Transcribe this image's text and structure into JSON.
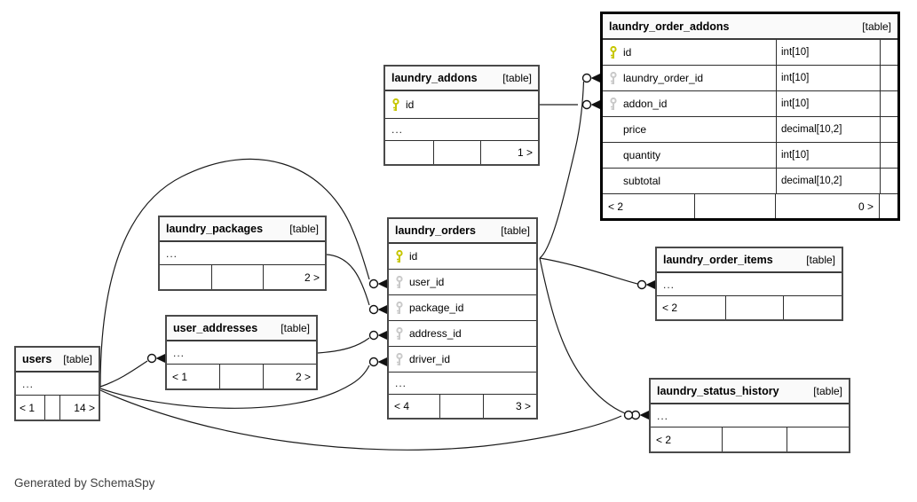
{
  "footer_note": "Generated by SchemaSpy",
  "colors": {
    "pk_key": "#c6c600",
    "fk_key": "#c9c9c9",
    "relationship_line": "#1c1c1c",
    "table_border": "#4a4a4a",
    "focal_table_border": "#000000",
    "header_bg": "#fafafa"
  },
  "tables": [
    {
      "name": "laundry_order_addons",
      "tag": "[table]",
      "columns": [
        {
          "name": "id",
          "type": "int[10]",
          "key": "pk"
        },
        {
          "name": "laundry_order_id",
          "type": "int[10]",
          "key": "fk"
        },
        {
          "name": "addon_id",
          "type": "int[10]",
          "key": "fk"
        },
        {
          "name": "price",
          "type": "decimal[10,2]",
          "key": ""
        },
        {
          "name": "quantity",
          "type": "int[10]",
          "key": ""
        },
        {
          "name": "subtotal",
          "type": "decimal[10,2]",
          "key": ""
        }
      ],
      "footer": {
        "left": "< 2",
        "mid": "",
        "right": "0 >"
      }
    },
    {
      "name": "laundry_addons",
      "tag": "[table]",
      "columns": [
        {
          "name": "id",
          "type": "",
          "key": "pk"
        }
      ],
      "ellipsis": "...",
      "footer": {
        "left": "",
        "mid": "",
        "right": "1 >"
      }
    },
    {
      "name": "laundry_orders",
      "tag": "[table]",
      "columns": [
        {
          "name": "id",
          "type": "",
          "key": "pk"
        },
        {
          "name": "user_id",
          "type": "",
          "key": "fk"
        },
        {
          "name": "package_id",
          "type": "",
          "key": "fk"
        },
        {
          "name": "address_id",
          "type": "",
          "key": "fk"
        },
        {
          "name": "driver_id",
          "type": "",
          "key": "fk"
        }
      ],
      "ellipsis": "...",
      "footer": {
        "left": "< 4",
        "mid": "",
        "right": "3 >"
      }
    },
    {
      "name": "laundry_packages",
      "tag": "[table]",
      "ellipsis": "...",
      "footer": {
        "left": "",
        "mid": "",
        "right": "2 >"
      }
    },
    {
      "name": "user_addresses",
      "tag": "[table]",
      "ellipsis": "...",
      "footer": {
        "left": "< 1",
        "mid": "",
        "right": "2 >"
      }
    },
    {
      "name": "users",
      "tag": "[table]",
      "ellipsis": "...",
      "footer": {
        "left": "< 1",
        "mid": "",
        "right": "14 >"
      }
    },
    {
      "name": "laundry_order_items",
      "tag": "[table]",
      "ellipsis": "...",
      "footer": {
        "left": "< 2",
        "mid": "",
        "right": ""
      }
    },
    {
      "name": "laundry_status_history",
      "tag": "[table]",
      "ellipsis": "...",
      "footer": {
        "left": "< 2",
        "mid": "",
        "right": ""
      }
    }
  ],
  "relationships": [
    {
      "from": "laundry_orders.id",
      "to": "laundry_order_addons.laundry_order_id"
    },
    {
      "from": "laundry_addons.id",
      "to": "laundry_order_addons.addon_id"
    },
    {
      "from": "users.id",
      "to": "laundry_orders.user_id"
    },
    {
      "from": "laundry_packages",
      "to": "laundry_orders.package_id"
    },
    {
      "from": "user_addresses",
      "to": "laundry_orders.address_id"
    },
    {
      "from": "users.id",
      "to": "laundry_orders.driver_id"
    },
    {
      "from": "users.id",
      "to": "user_addresses"
    },
    {
      "from": "laundry_orders.id",
      "to": "laundry_order_items"
    },
    {
      "from": "laundry_orders.id",
      "to": "laundry_status_history"
    },
    {
      "from": "users.id",
      "to": "laundry_status_history"
    }
  ]
}
